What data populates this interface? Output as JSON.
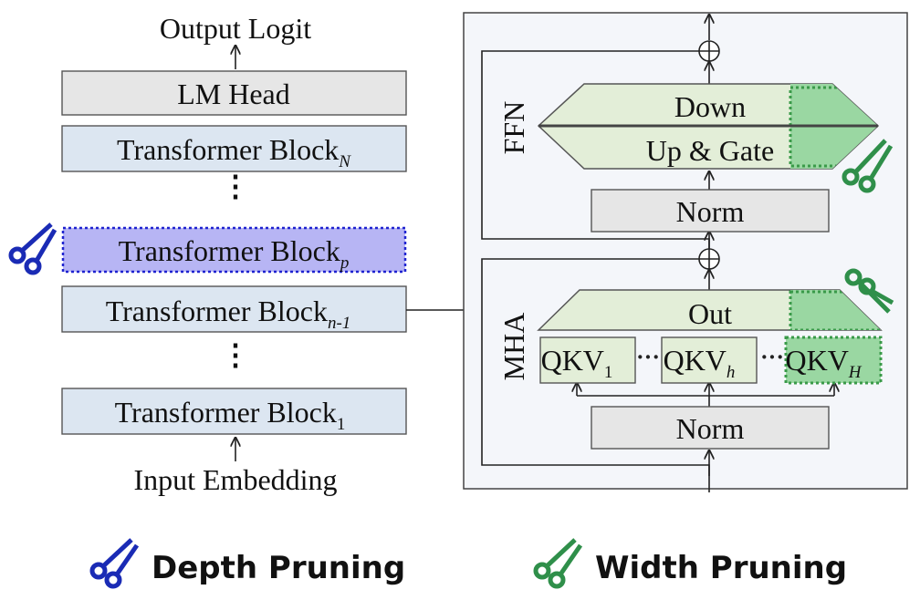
{
  "left_stack": {
    "output_label": "Output Logit",
    "lm_head": "LM Head",
    "block_prefix": "Transformer Block",
    "block_n_sub": "N",
    "block_p_sub": "p",
    "block_n1_sub": "n-1",
    "block_1_sub": "1",
    "input_label": "Input Embedding",
    "ellipsis": "⋮"
  },
  "right_panel": {
    "ffn_label": "FFN",
    "down": "Down",
    "up_gate": "Up & Gate",
    "norm_top": "Norm",
    "mha_label": "MHA",
    "out": "Out",
    "qkv_prefix": "QKV",
    "qkv_1_sub": "1",
    "qkv_h_sub": "h",
    "qkv_H_sub": "H",
    "norm_bottom": "Norm",
    "dots": "···"
  },
  "legend": {
    "depth": "Depth Pruning",
    "width": "Width Pruning"
  },
  "colors": {
    "block_fill": "#dce6f1",
    "head_fill": "#e6e6e6",
    "pruned_block_fill": "#b7b5f4",
    "pruned_block_border": "#1f23d0",
    "green_fill": "#e3eed8",
    "green_prune": "#7fd08a",
    "green_dot": "#3a9a49",
    "panel_fill": "#f4f6fa",
    "depth_scissors": "#1a2bb5",
    "width_scissors": "#2f8f4a"
  }
}
